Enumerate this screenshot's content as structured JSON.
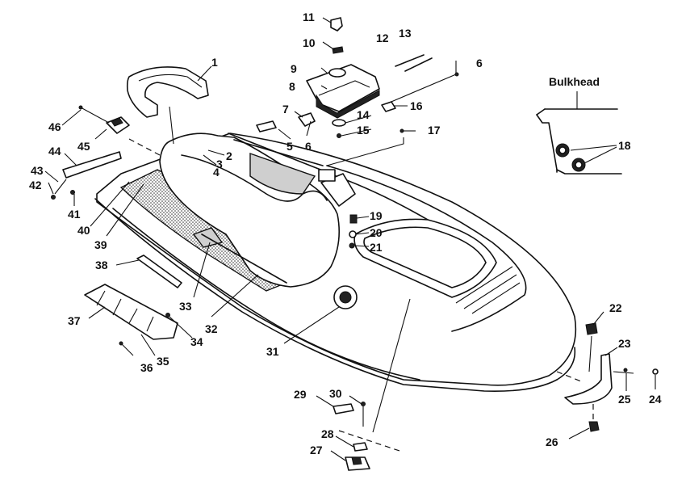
{
  "diagram": {
    "inset_label": "Bulkhead",
    "callouts": [
      "1",
      "2",
      "3",
      "4",
      "5",
      "6",
      "6",
      "6",
      "7",
      "8",
      "9",
      "10",
      "11",
      "12",
      "13",
      "14",
      "15",
      "16",
      "17",
      "18",
      "19",
      "20",
      "21",
      "22",
      "23",
      "24",
      "25",
      "26",
      "27",
      "28",
      "29",
      "30",
      "31",
      "32",
      "33",
      "34",
      "35",
      "36",
      "37",
      "38",
      "39",
      "40",
      "41",
      "42",
      "43",
      "44",
      "45",
      "46"
    ]
  }
}
